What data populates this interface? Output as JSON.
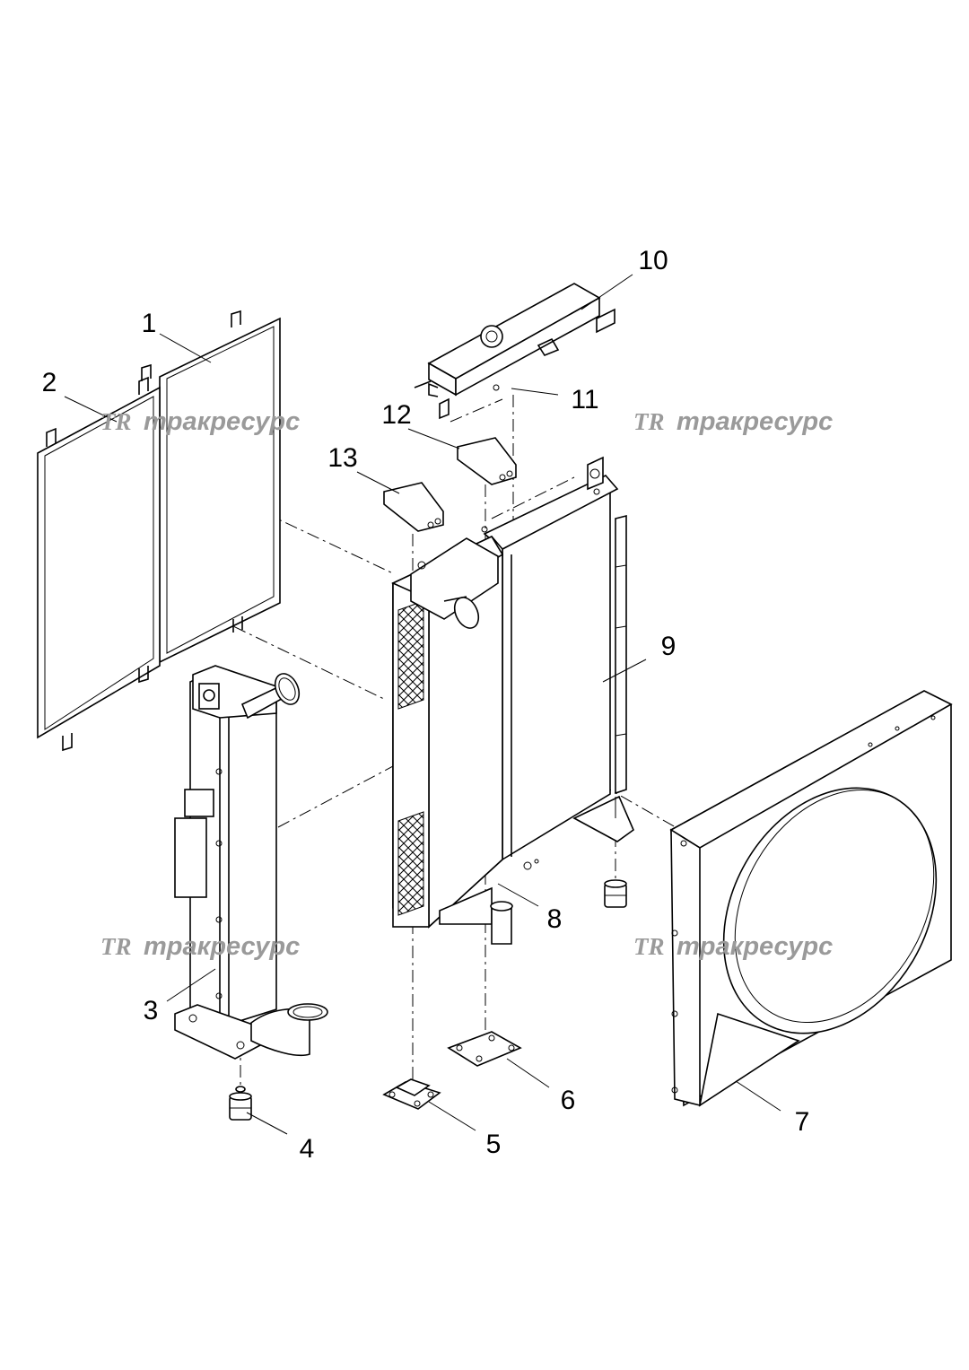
{
  "callouts": [
    "1",
    "2",
    "3",
    "4",
    "5",
    "6",
    "7",
    "8",
    "9",
    "10",
    "11",
    "12",
    "13"
  ],
  "watermark": {
    "logo": "TR",
    "text": "тракресурс"
  },
  "colors": {
    "line": "#000000",
    "watermark": "#9a9a9a",
    "background": "#ffffff"
  }
}
